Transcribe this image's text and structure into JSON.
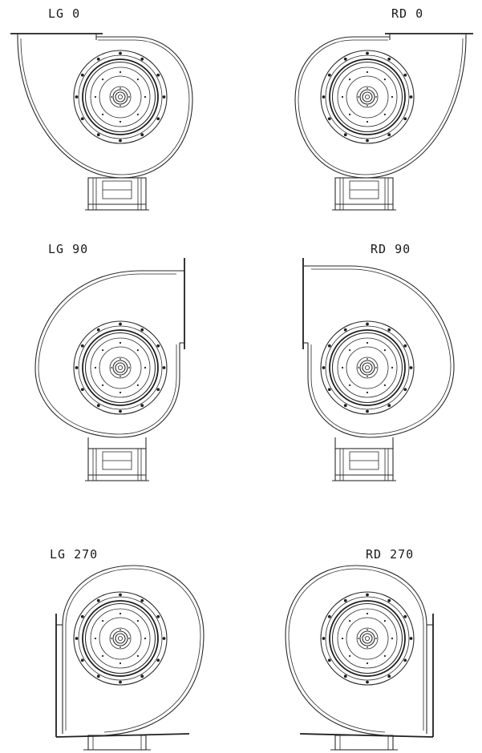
{
  "figure": {
    "views": [
      {
        "label": "LG 0"
      },
      {
        "label": "RD 0"
      },
      {
        "label": "LG 90"
      },
      {
        "label": "RD 90"
      },
      {
        "label": "LG 270"
      },
      {
        "label": "RD 270"
      }
    ]
  },
  "colors": {
    "line": "#2a2a2a",
    "background": "#ffffff"
  }
}
